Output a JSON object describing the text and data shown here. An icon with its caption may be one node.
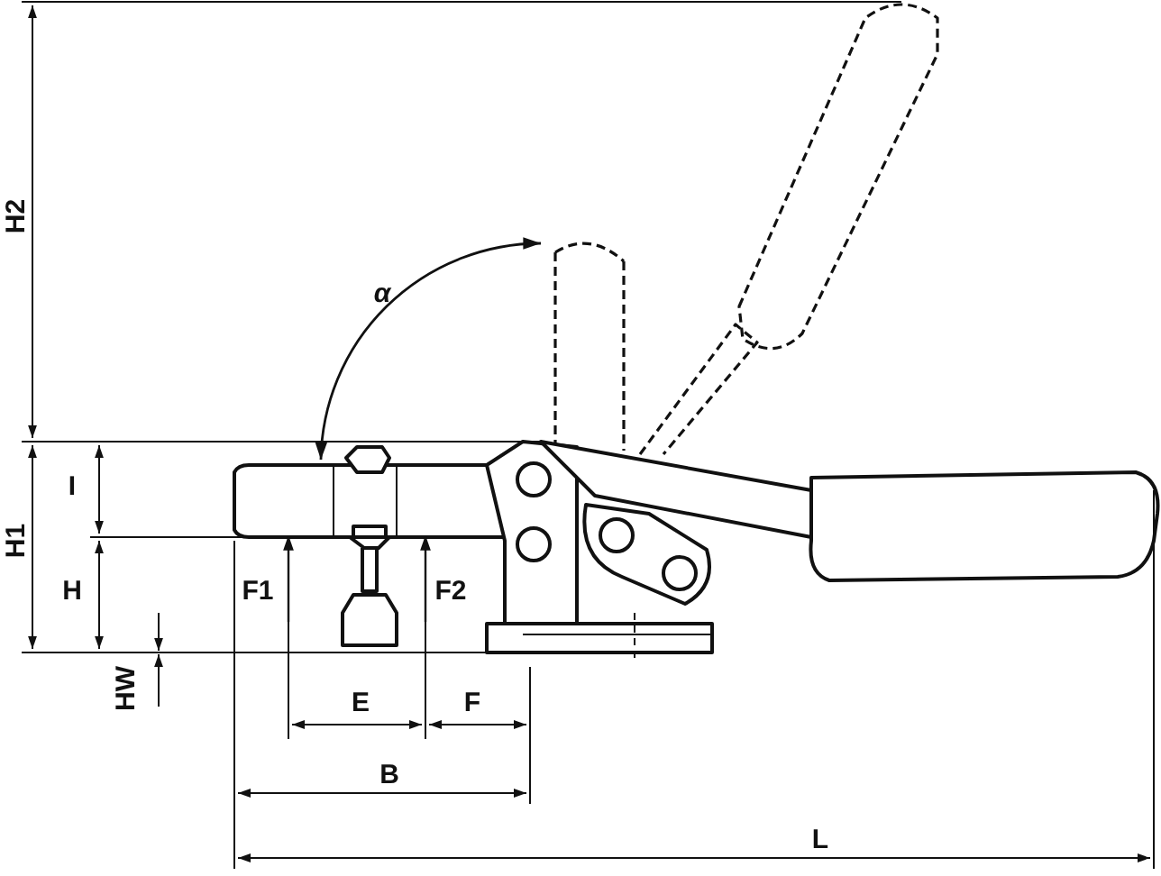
{
  "diagram": {
    "labels": [
      "H2",
      "α",
      "H1",
      "I",
      "H",
      "F1",
      "F2",
      "HW",
      "E",
      "F",
      "B",
      "L"
    ]
  }
}
